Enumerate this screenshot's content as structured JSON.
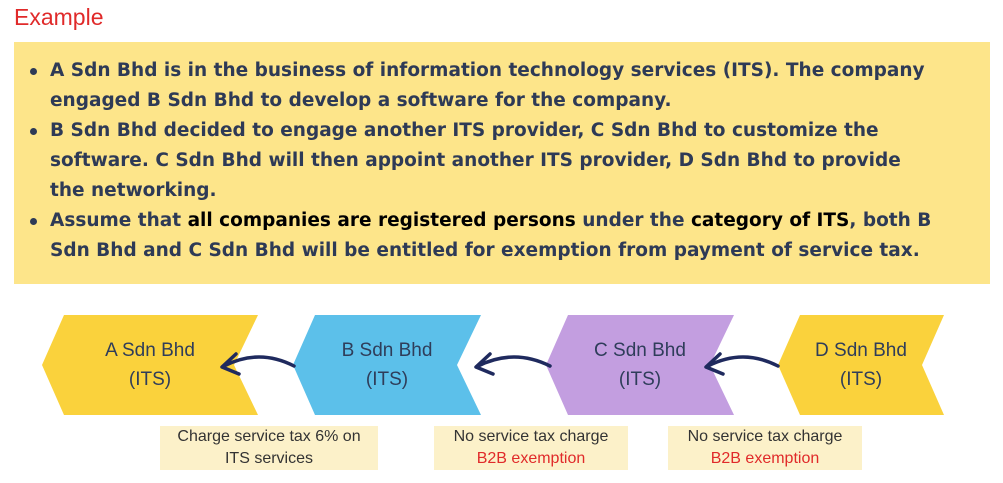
{
  "title": "Example",
  "bullets": [
    {
      "line1": "A Sdn Bhd is in the business of information technology services (ITS). The company",
      "line2": "engaged B Sdn Bhd to develop a software for the company."
    },
    {
      "line1": "B Sdn Bhd decided to engage another ITS provider, C Sdn Bhd to customize the",
      "line2": "software. C Sdn Bhd will then appoint another ITS provider, D Sdn Bhd to provide",
      "line3": "the networking."
    },
    {
      "seg1": "Assume that ",
      "seg2": "all companies are registered persons",
      "seg3": " under the ",
      "seg4": "category of ITS",
      "seg5": ", both B",
      "line2": "Sdn Bhd and C Sdn Bhd will be entitled for exemption from payment of service tax."
    }
  ],
  "flow": [
    {
      "name": "A Sdn Bhd",
      "tag": "(ITS)",
      "color": "#fad23c"
    },
    {
      "name": "B Sdn Bhd",
      "tag": "(ITS)",
      "color": "#5cc0ea"
    },
    {
      "name": "C Sdn Bhd",
      "tag": "(ITS)",
      "color": "#c39ee0"
    },
    {
      "name": "D Sdn Bhd",
      "tag": "(ITS)",
      "color": "#fad23c"
    }
  ],
  "notes": [
    {
      "line1": "Charge service tax 6% on",
      "line2": "ITS services"
    },
    {
      "line1": "No service tax charge",
      "line2": "B2B exemption"
    },
    {
      "line1": "No service tax charge",
      "line2": "B2B exemption"
    }
  ],
  "colors": {
    "title": "#e02a2a",
    "box_bg": "#fde58a",
    "note_bg": "#fcf1c9",
    "arrow": "#1f2a5e",
    "exemption_text": "#e02a2a"
  }
}
